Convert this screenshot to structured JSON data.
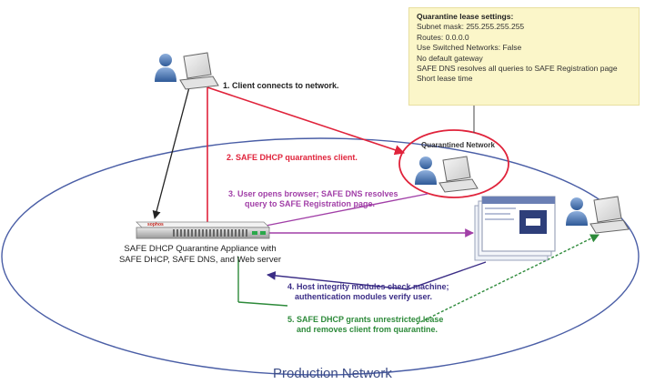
{
  "settings_box": {
    "title": "Quarantine lease settings:",
    "lines": [
      "Subnet mask: 255.255.255.255",
      "Routes: 0.0.0.0",
      "Use Switched Networks: False",
      "No default gateway",
      "SAFE DNS resolves all queries to SAFE Registration page",
      "Short lease time"
    ]
  },
  "quarantine_network_label": "Quarantined Network",
  "appliance": {
    "logo_text": "sophos",
    "caption": [
      "SAFE DHCP Quarantine Appliance with",
      "SAFE DHCP, SAFE DNS, and Web server"
    ]
  },
  "steps": {
    "s1": [
      "1. Client connects to network."
    ],
    "s2": [
      "2. SAFE DHCP quarantines client."
    ],
    "s3": [
      "3. User opens browser; SAFE DNS resolves",
      "query to SAFE Registration page."
    ],
    "s4": [
      "4. Host integrity modules check machine;",
      "authentication modules verify user."
    ],
    "s5": [
      "5. SAFE DHCP grants unrestricted lease",
      "and removes client from quarantine."
    ]
  },
  "production_network_label": "Production Network",
  "colors": {
    "step1": "#222222",
    "step2": "#e0233b",
    "step3": "#a13fa7",
    "step4": "#3b2d86",
    "step5": "#2d8a3a",
    "network_ellipse": "#4a5ea6",
    "settings_bg": "#fbf6c9",
    "person_blue": "#4a6fa8"
  }
}
